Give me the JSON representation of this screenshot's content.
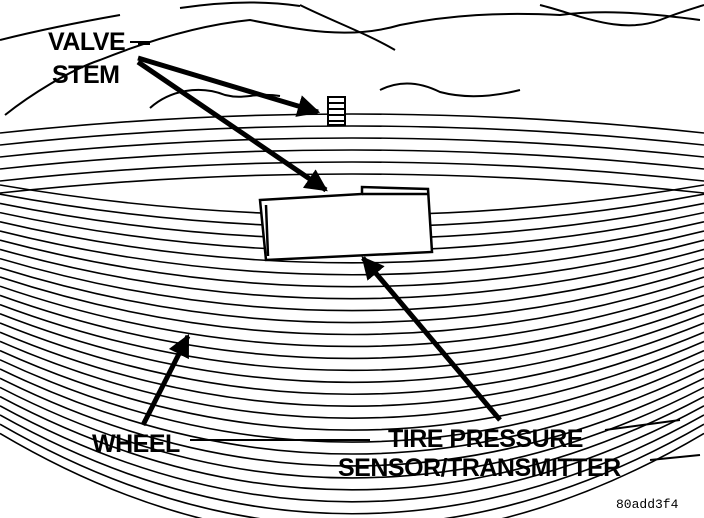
{
  "labels": {
    "valve": "VALVE",
    "stem": "STEM",
    "wheel": "WHEEL",
    "tire_pressure": "TIRE PRESSURE",
    "sensor_transmitter": "SENSOR/TRANSMITTER",
    "figure_code": "80add3f4"
  },
  "colors": {
    "ink": "#000000",
    "background": "#ffffff"
  }
}
